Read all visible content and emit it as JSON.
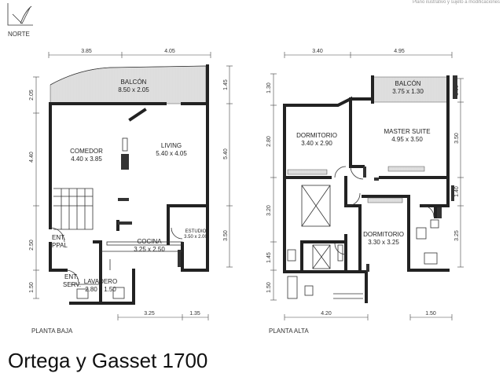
{
  "north_label": "NORTE",
  "project_title": "Ortega y Gasset 1700",
  "corner_note": "Plano ilustrativo y sujeto a modificaciones",
  "plans": {
    "baja": {
      "caption": "PLANTA BAJA",
      "rooms": {
        "balcon": {
          "name": "BALCÓN",
          "size": "8.50 x 2.05"
        },
        "comedor": {
          "name": "COMEDOR",
          "size": "4.40 x 3.85"
        },
        "living": {
          "name": "LIVING",
          "size": "5.40 x 4.05"
        },
        "estudio": {
          "name": "ESTUDIO",
          "size": "3.50 x 2.00"
        },
        "cocina": {
          "name": "COCINA",
          "size": "3.25 x 2.50"
        },
        "ent_ppal": {
          "line1": "ENT.",
          "line2": "PPAL"
        },
        "ent_serv": {
          "line1": "ENT.",
          "line2": "SERV."
        },
        "lavadero": {
          "name": "LAVADERO",
          "size": "2.80 x 1.50"
        }
      },
      "dims": {
        "top": [
          "3.85",
          "4.05"
        ],
        "left": [
          "2.05",
          "4.40",
          "2.50",
          "1.50"
        ],
        "right": [
          "1.45",
          "5.40",
          "3.50"
        ],
        "bottom": [
          "3.25",
          "1.35"
        ]
      }
    },
    "alta": {
      "caption": "PLANTA ALTA",
      "rooms": {
        "balcon": {
          "name": "BALCÓN",
          "size": "3.75 x 1.30"
        },
        "dorm1": {
          "name": "DORMITORIO",
          "size": "3.40 x 2.90"
        },
        "master": {
          "name": "MASTER SUITE",
          "size": "4.95 x 3.50"
        },
        "dorm2": {
          "name": "DORMITORIO",
          "size": "3.30 x 3.25"
        }
      },
      "dims": {
        "top": [
          "3.40",
          "4.95"
        ],
        "left": [
          "1.30",
          "2.80",
          "3.20",
          "1.45",
          "1.50"
        ],
        "right": [
          "1.00",
          "3.50",
          "1.40",
          "3.25"
        ],
        "bottom": [
          "4.20",
          "1.50"
        ]
      }
    }
  }
}
